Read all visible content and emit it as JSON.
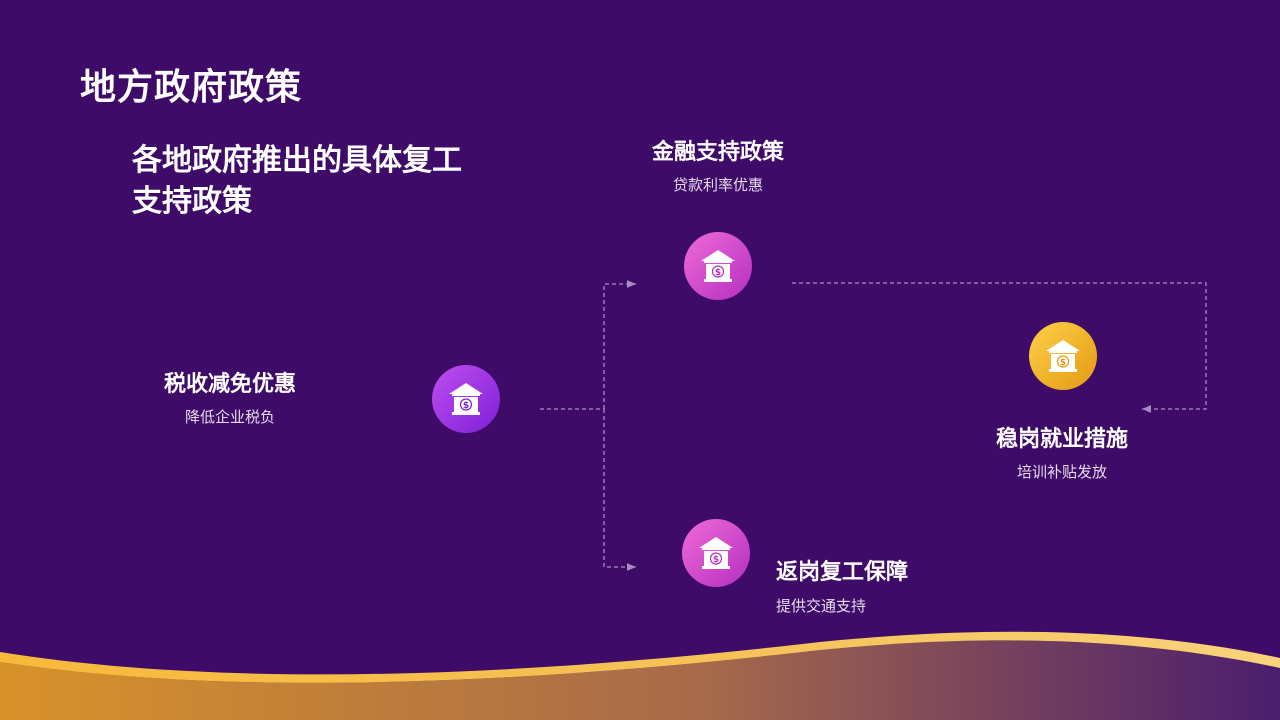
{
  "slide": {
    "title": "地方政府政策",
    "subtitle": "各地政府推出的具体复工支持政策"
  },
  "nodes": [
    {
      "id": "tax",
      "title": "税收减免优惠",
      "desc": "降低企业税负",
      "icon": "bank-dollar-icon",
      "color": "#8a2be2"
    },
    {
      "id": "finance",
      "title": "金融支持政策",
      "desc": "贷款利率优惠",
      "icon": "bank-dollar-icon",
      "color": "#d040c8"
    },
    {
      "id": "return",
      "title": "返岗复工保障",
      "desc": "提供交通支持",
      "icon": "bank-dollar-icon",
      "color": "#d040c8"
    },
    {
      "id": "employment",
      "title": "稳岗就业措施",
      "desc": "培训补贴发放",
      "icon": "bank-dollar-icon",
      "color": "#f0b020"
    }
  ],
  "colors": {
    "background": "#3f0b68",
    "accent_gold": "#f5b83a",
    "connector": "#a78cc4"
  }
}
